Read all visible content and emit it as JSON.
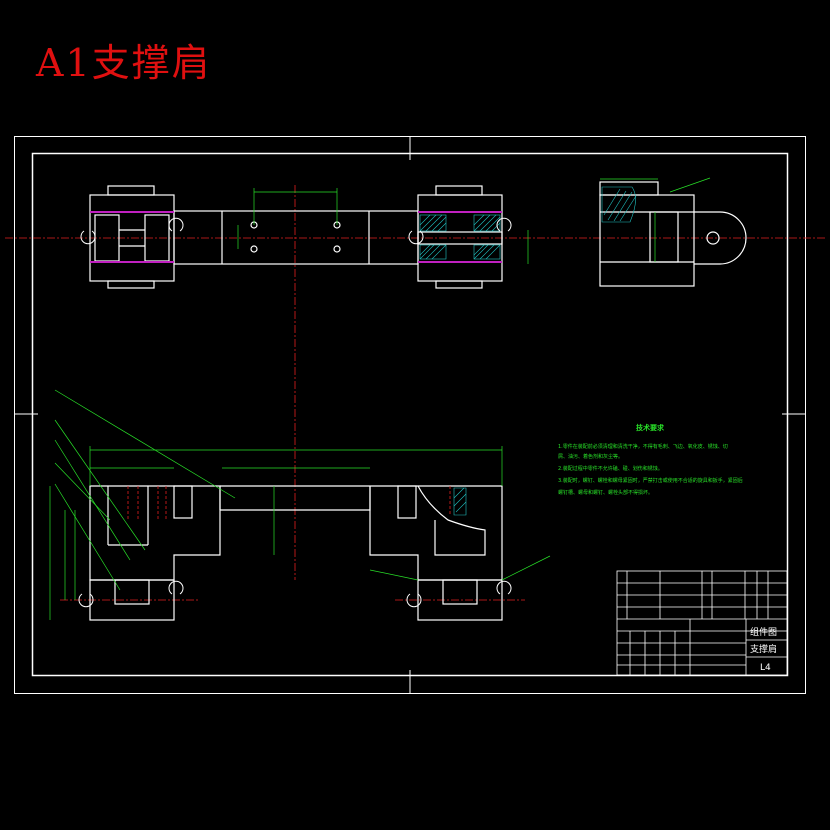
{
  "title": "A1支撑肩",
  "tech_requirements": {
    "heading": "技术要求",
    "lines": [
      "1.零件在装配前必须清理和清洗干净，不得有毛刺、飞边、氧化皮、锈蚀、切",
      "屑、油污、着色剂和灰尘等。",
      "2.装配过程中零件不允许磕、碰、划伤和锈蚀。",
      "3.装配时，螺钉、螺栓和螺母紧固时，严禁打击或使用不合适的旋具和扳手，紧固后",
      "螺钉槽、螺母和螺钉、螺栓头部不得损坏。"
    ]
  },
  "title_block": {
    "drawing_type": "组件图",
    "part_name": "支撑肩",
    "sheet_code": "L4"
  },
  "colors": {
    "background": "#000000",
    "frame": "#ffffff",
    "title": "#e01010",
    "dimension": "#28e028",
    "centerline": "#e02020",
    "section": "#c020c0",
    "hatch": "#20c0c0"
  }
}
